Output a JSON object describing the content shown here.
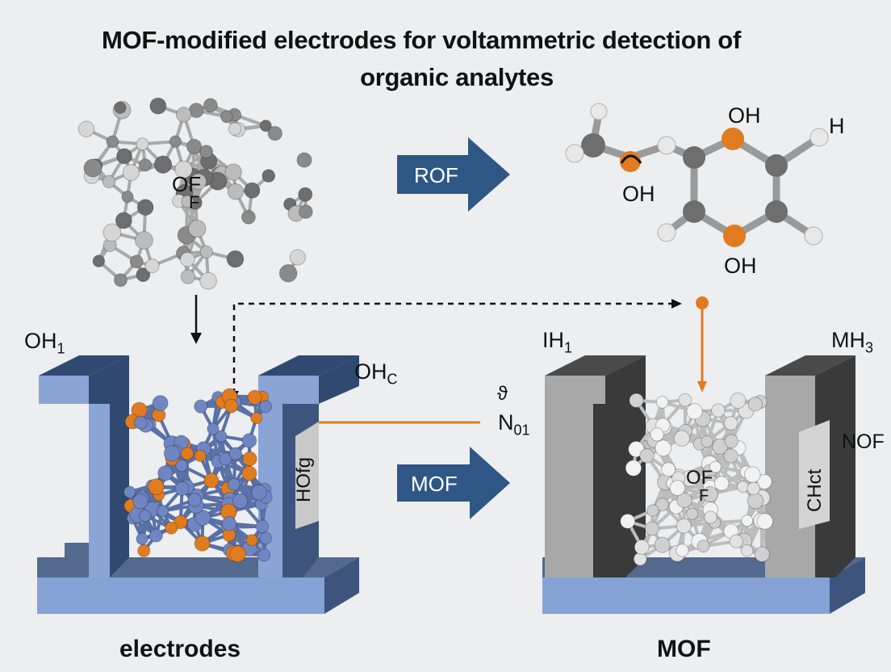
{
  "title_line1": "MOF-modified electrodes for voltammetric detection of",
  "title_line2": "organic analytes",
  "captions": {
    "left": "electrodes",
    "right": "MOF"
  },
  "arrows": {
    "top": "ROF",
    "middle": "MOF"
  },
  "crystal_label": "OF",
  "crystal_label_small": "F",
  "molecule_labels": {
    "oh_top": "OH",
    "h": "H",
    "oh_left": "OH",
    "oh_bottom": "OH"
  },
  "left_electrode": {
    "corner": "OH",
    "corner_sub": "1",
    "side": "OH",
    "side_sub": "C",
    "plate": "HOfg"
  },
  "center_labels": {
    "n": "N",
    "n_sub": "01",
    "glyph": "ϑ"
  },
  "right_electrode": {
    "corner_left": "IH",
    "corner_left_sub": "1",
    "corner_right": "MH",
    "corner_right_sub": "3",
    "plate": "CHct",
    "side": "NOF",
    "cage_label": "OF",
    "cage_small": "F"
  },
  "colors": {
    "blue_arrow": "#2f5785",
    "orange": "#e07b1f",
    "pillar_blue": "#8aa4d6",
    "pillar_blue_dark": "#2f4970",
    "pillar_gray": "#9a9a9a",
    "pillar_gray_dark": "#3a3a3a",
    "base_blue": "#7f9dd2",
    "base_top": "#54698e"
  }
}
